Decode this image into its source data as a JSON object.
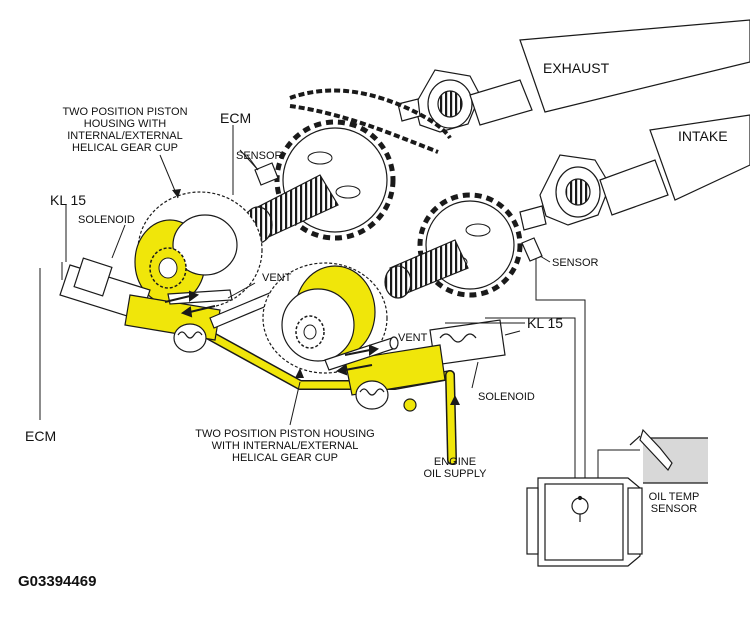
{
  "figure_id": "G03394469",
  "labels": {
    "exhaust": "EXHAUST",
    "intake": "INTAKE",
    "ecm_top": "ECM",
    "sensor_top": "SENSOR",
    "sensor_right": "SENSOR",
    "kl15_left": "KL 15",
    "kl15_right": "KL 15",
    "solenoid_left": "SOLENOID",
    "solenoid_right": "SOLENOID",
    "vent_left": "VENT",
    "vent_right": "VENT",
    "ecm_bottom": "ECM",
    "housing_top": [
      "TWO POSITION PISTON",
      "HOUSING WITH",
      "INTERNAL/EXTERNAL",
      "HELICAL GEAR CUP"
    ],
    "housing_bottom": [
      "TWO POSITION PISTON HOUSING",
      "WITH INTERNAL/EXTERNAL",
      "HELICAL GEAR CUP"
    ],
    "engine_oil": [
      "ENGINE",
      "OIL SUPPLY"
    ],
    "oil_temp": [
      "OIL TEMP",
      "SENSOR"
    ]
  },
  "colors": {
    "line": "#1a1a1a",
    "oil_highlight": "#f0e60a",
    "background": "#ffffff"
  }
}
